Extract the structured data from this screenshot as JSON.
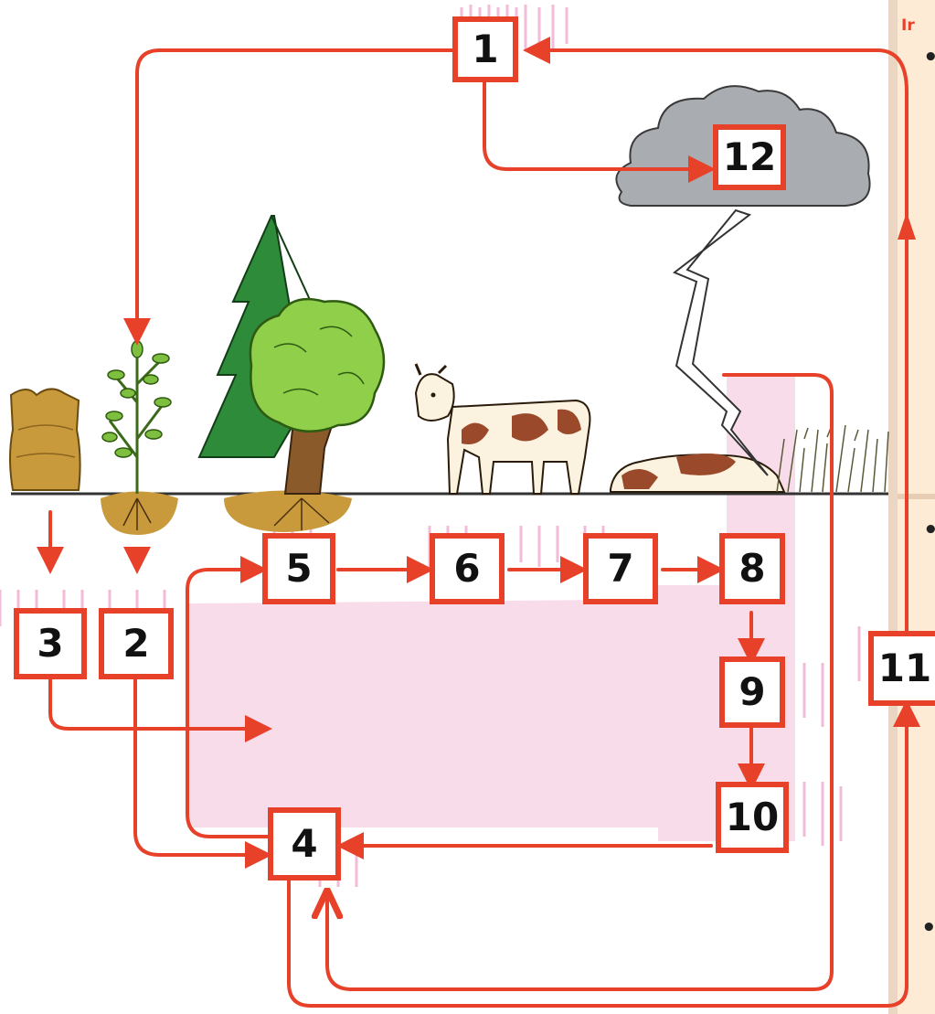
{
  "colors": {
    "arrow": "#e8412a",
    "box_border": "#e8412a",
    "side_panel": "#fdebd5",
    "loop_fill": "#f9dcea",
    "shadow": "#f2bcd8",
    "cloud": "#a9adb2",
    "soil": "#c99a3c",
    "ground_line": "#333333"
  },
  "side_panel": {
    "heading_fragment": "Ir",
    "bullets": [
      "•",
      "•",
      "•"
    ]
  },
  "boxes": {
    "b1": "1",
    "b2": "2",
    "b3": "3",
    "b4": "4",
    "b5": "5",
    "b6": "6",
    "b7": "7",
    "b8": "8",
    "b9": "9",
    "b10": "10",
    "b11": "11",
    "b12": "12"
  },
  "icons": [
    "fertilizer-sack-icon",
    "legume-plant-icon",
    "pine-tree-icon",
    "oak-tree-icon",
    "cow-icon",
    "dead-cow-icon",
    "storm-cloud-icon",
    "lightning-bolt-icon",
    "marsh-grass-icon"
  ]
}
